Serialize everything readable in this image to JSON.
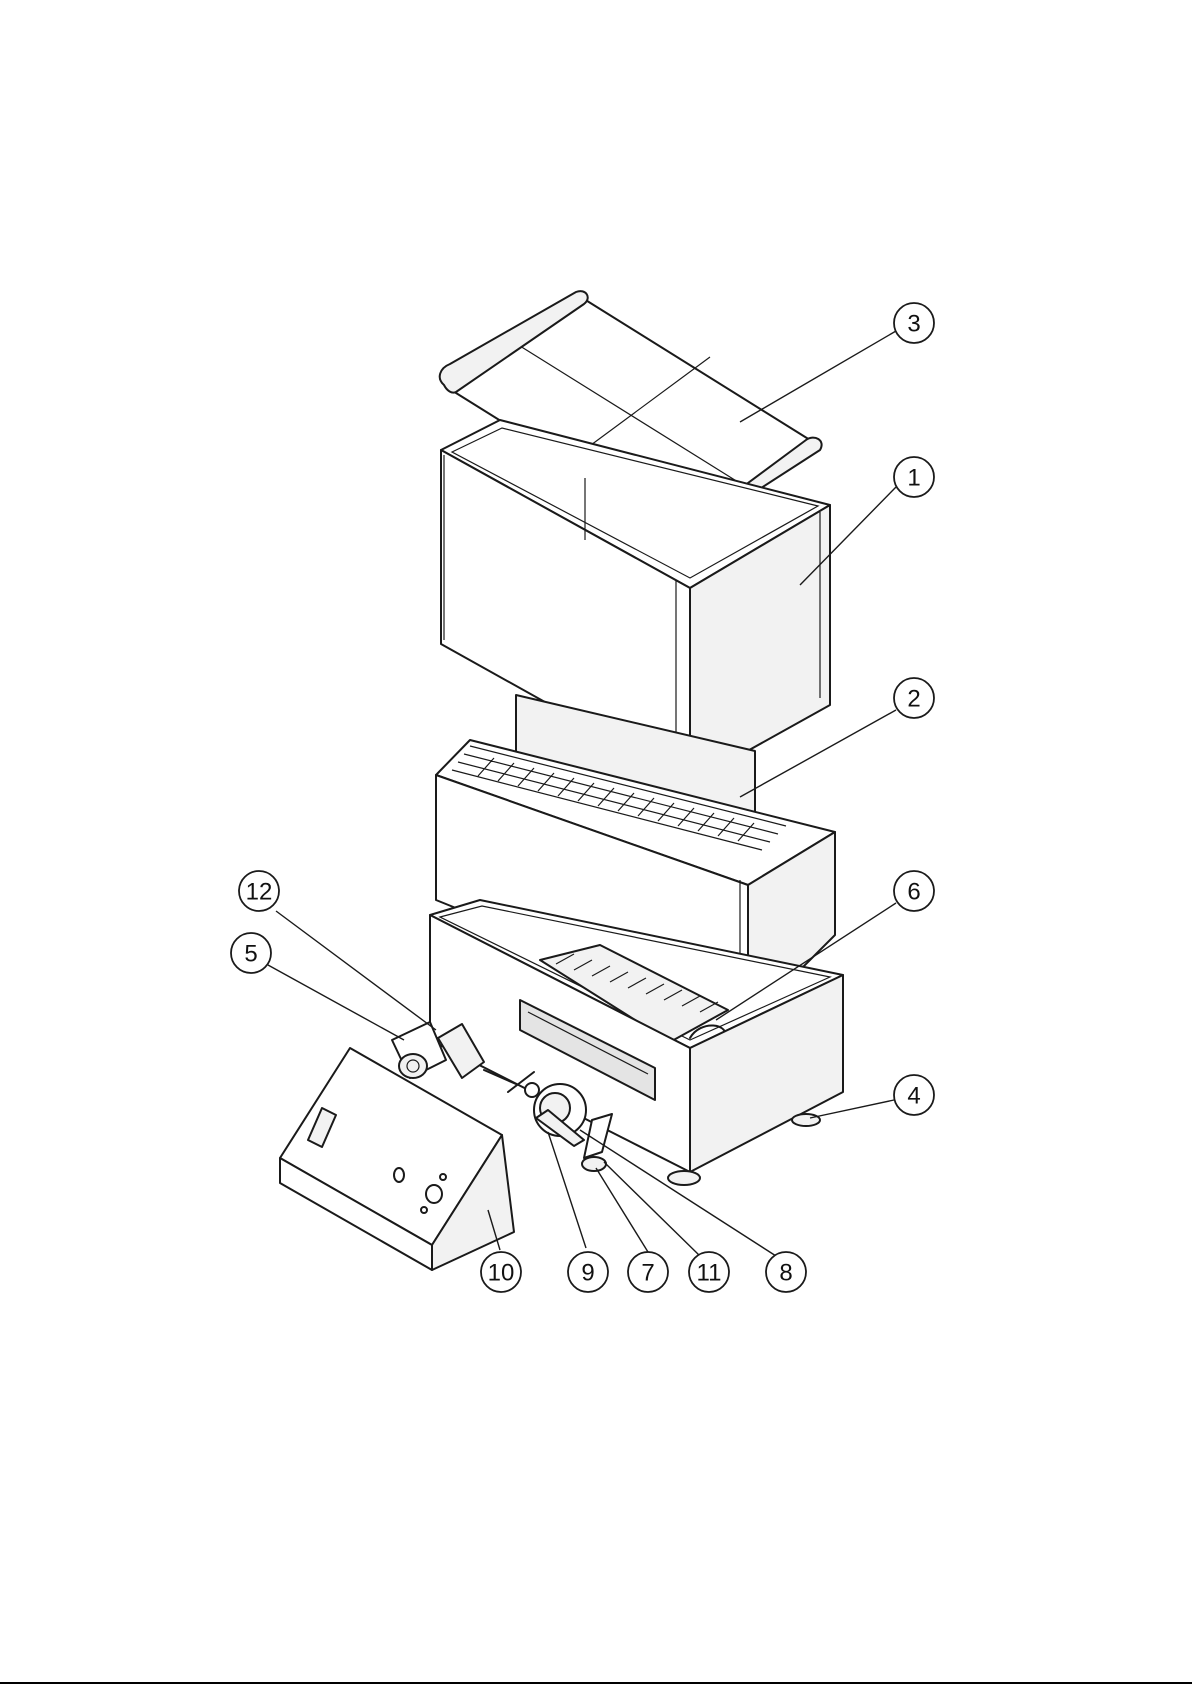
{
  "diagram": {
    "callouts": [
      {
        "id": "c3",
        "label": "3"
      },
      {
        "id": "c1",
        "label": "1"
      },
      {
        "id": "c2",
        "label": "2"
      },
      {
        "id": "c6",
        "label": "6"
      },
      {
        "id": "c12",
        "label": "12"
      },
      {
        "id": "c5",
        "label": "5"
      },
      {
        "id": "c4",
        "label": "4"
      },
      {
        "id": "c10",
        "label": "10"
      },
      {
        "id": "c9",
        "label": "9"
      },
      {
        "id": "c7",
        "label": "7"
      },
      {
        "id": "c11",
        "label": "11"
      },
      {
        "id": "c8",
        "label": "8"
      }
    ]
  },
  "colors": {
    "line": "#1a1a1a",
    "background": "#ffffff"
  }
}
